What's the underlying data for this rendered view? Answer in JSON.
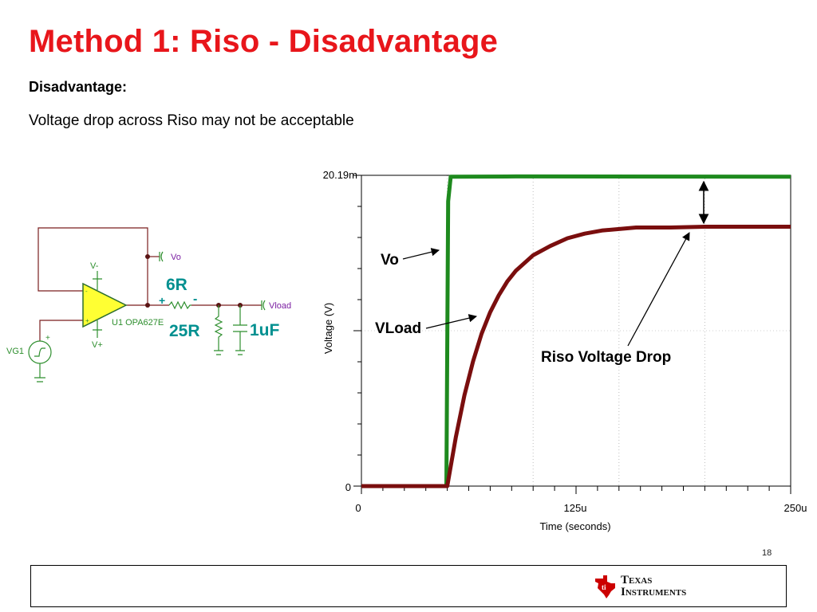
{
  "slide": {
    "title": "Method 1:  Riso - Disadvantage",
    "subheading": "Disadvantage:",
    "body_text": "Voltage drop across Riso may not be acceptable",
    "page_number": "18"
  },
  "logo": {
    "line1_cap": "T",
    "line1_rest": "EXAS",
    "line2_cap": "I",
    "line2_rest": "NSTRUMENTS",
    "icon": "texas-state-icon",
    "color": "#cc0000"
  },
  "schematic": {
    "vo_label": "Vo",
    "vminus_label": "V-",
    "vplus_label": "V+",
    "minus_pin": "-",
    "plus_pin": "+",
    "u1_label": "U1 OPA627E",
    "riso_value": "6R",
    "riso_plus": "+",
    "riso_minus": "-",
    "rload_value": "25R",
    "cload_value": "1uF",
    "vload_label": "Vload",
    "vg1_label": "VG1",
    "vg1_plus": "+",
    "colors": {
      "wire": "#7a1f1f",
      "component": "#2f8f2f",
      "label_green": "#009090",
      "net_label": "#7b1fa2",
      "opamp_fill": "#ffff33"
    }
  },
  "chart_data": {
    "type": "line",
    "xlabel": "Time (seconds)",
    "ylabel": "Voltage (V)",
    "x_ticks": [
      "0",
      "125u",
      "250u"
    ],
    "y_ticks": [
      "0",
      "20.19m"
    ],
    "xlim": [
      0,
      0.00025
    ],
    "ylim": [
      0,
      0.02019
    ],
    "series": [
      {
        "name": "Vo",
        "color": "#1e8a1e",
        "x": [
          0,
          4.95e-05,
          5.05e-05,
          5.2e-05,
          9e-05,
          0.00025
        ],
        "y": [
          0,
          0,
          0.0185,
          0.0201,
          0.02012,
          0.0201
        ]
      },
      {
        "name": "VLoad",
        "color": "#7a0e0e",
        "x": [
          0,
          5e-05,
          5.5e-05,
          6e-05,
          6.5e-05,
          7e-05,
          7.5e-05,
          8e-05,
          8.5e-05,
          9e-05,
          0.0001,
          0.00011,
          0.00012,
          0.00013,
          0.00014,
          0.00016,
          0.00018,
          0.0002,
          0.00025
        ],
        "y": [
          0,
          0,
          0.0032,
          0.0059,
          0.0081,
          0.0099,
          0.0113,
          0.0124,
          0.0133,
          0.014,
          0.015,
          0.0156,
          0.0161,
          0.0164,
          0.0166,
          0.0168,
          0.0168,
          0.01685,
          0.01685
        ]
      }
    ],
    "annotations": [
      {
        "text": "Vo",
        "target": "Vo"
      },
      {
        "text": "VLoad",
        "target": "VLoad"
      },
      {
        "text": "Riso Voltage Drop",
        "target": "gap"
      }
    ]
  }
}
